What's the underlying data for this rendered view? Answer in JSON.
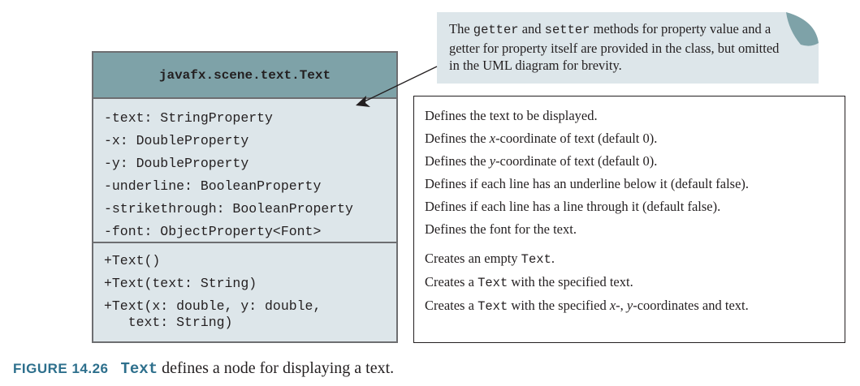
{
  "uml": {
    "class_name": "javafx.scene.text.Text",
    "attributes": [
      "-text: StringProperty",
      "-x: DoubleProperty",
      "-y: DoubleProperty",
      "-underline: BooleanProperty",
      "-strikethrough: BooleanProperty",
      "-font: ObjectProperty<Font>"
    ],
    "operations": [
      "+Text()",
      "+Text(text: String)",
      "+Text(x: double, y: double,",
      "   text: String)"
    ]
  },
  "descriptions": {
    "attributes": [
      "Defines the text to be displayed.",
      {
        "pre": "Defines the ",
        "em": "x",
        "post": "-coordinate of text (default 0)."
      },
      {
        "pre": "Defines the ",
        "em": "y",
        "post": "-coordinate of text (default 0)."
      },
      "Defines if each line has an underline below it (default false).",
      "Defines if each line has a line through it (default false).",
      "Defines the font for the text."
    ],
    "operations": {
      "op1_pre": "Creates an empty ",
      "op1_code": "Text",
      "op1_post": ".",
      "op2_pre": "Creates a ",
      "op2_code": "Text",
      "op2_post": " with the specified text.",
      "op3_pre": "Creates a ",
      "op3_code": "Text",
      "op3_mid": " with the specified ",
      "op3_x": "x",
      "op3_sep": "-, ",
      "op3_y": "y",
      "op3_post": "-coordinates and text."
    }
  },
  "note": {
    "p1": "The ",
    "getter": "getter",
    "p2": " and ",
    "setter": "setter",
    "p3": " methods for property value and a getter for property itself are provided in the class, but omitted in the UML diagram for brevity."
  },
  "caption": {
    "label": "FIGURE 14.26",
    "code": "Text",
    "text": " defines a node for displaying a text."
  },
  "colors": {
    "uml_header": "#7ea2a8",
    "uml_body": "#dde6ea",
    "note_fill": "#dde6ea",
    "caption_accent": "#2d6f8c"
  }
}
